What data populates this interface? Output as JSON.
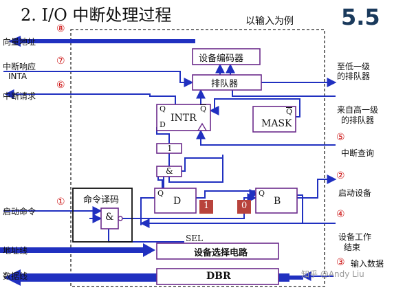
{
  "header": {
    "title": "2. I/O 中断处理过程",
    "subtitle": "以输入为例",
    "section": "5.5"
  },
  "left_labels": {
    "vector_address": "向量地址",
    "inta_line1": "中断响应",
    "inta_line2": "INTA",
    "int_request": "中断请求",
    "start_cmd": "启动命令",
    "address_line": "地址线",
    "data_line": "数据线"
  },
  "right_labels": {
    "to_lower_1": "至低一级",
    "to_lower_2": "的排队器",
    "from_higher_1": "来自高一级",
    "from_higher_2": "的排队器",
    "int_query": "中断查询",
    "start_device": "启动设备",
    "device_done_1": "设备工作",
    "device_done_2": "结束",
    "input_data": "输入数据"
  },
  "steps": {
    "s1": "①",
    "s2": "②",
    "s3": "③",
    "s4": "④",
    "s5": "⑤",
    "s6": "⑥",
    "s7": "⑦",
    "s8": "⑧"
  },
  "blocks": {
    "encoder": "设备编码器",
    "queue": "排队器",
    "intr_q": "Q",
    "intr_label": "INTR",
    "intr_qbar": "Q",
    "intr_d": "D",
    "mask_qbar": "Q",
    "mask_label": "MASK",
    "gate_one": "1",
    "gate_and": "&",
    "d_q": "Q",
    "d_label": "D",
    "b_q": "Q",
    "b_label": "B",
    "d_state": "1",
    "b_state": "0",
    "cmd_decode": "命令译码",
    "decode_and": "&",
    "sel": "SEL",
    "dev_select": "设备选择电路",
    "dbr": "DBR"
  },
  "watermark": "知乎 @Andy Liu",
  "colors": {
    "line_blue": "#2030c0",
    "box_purple": "#6a2a8a",
    "state_red": "#b8433c",
    "step_red": "#cc1111"
  }
}
